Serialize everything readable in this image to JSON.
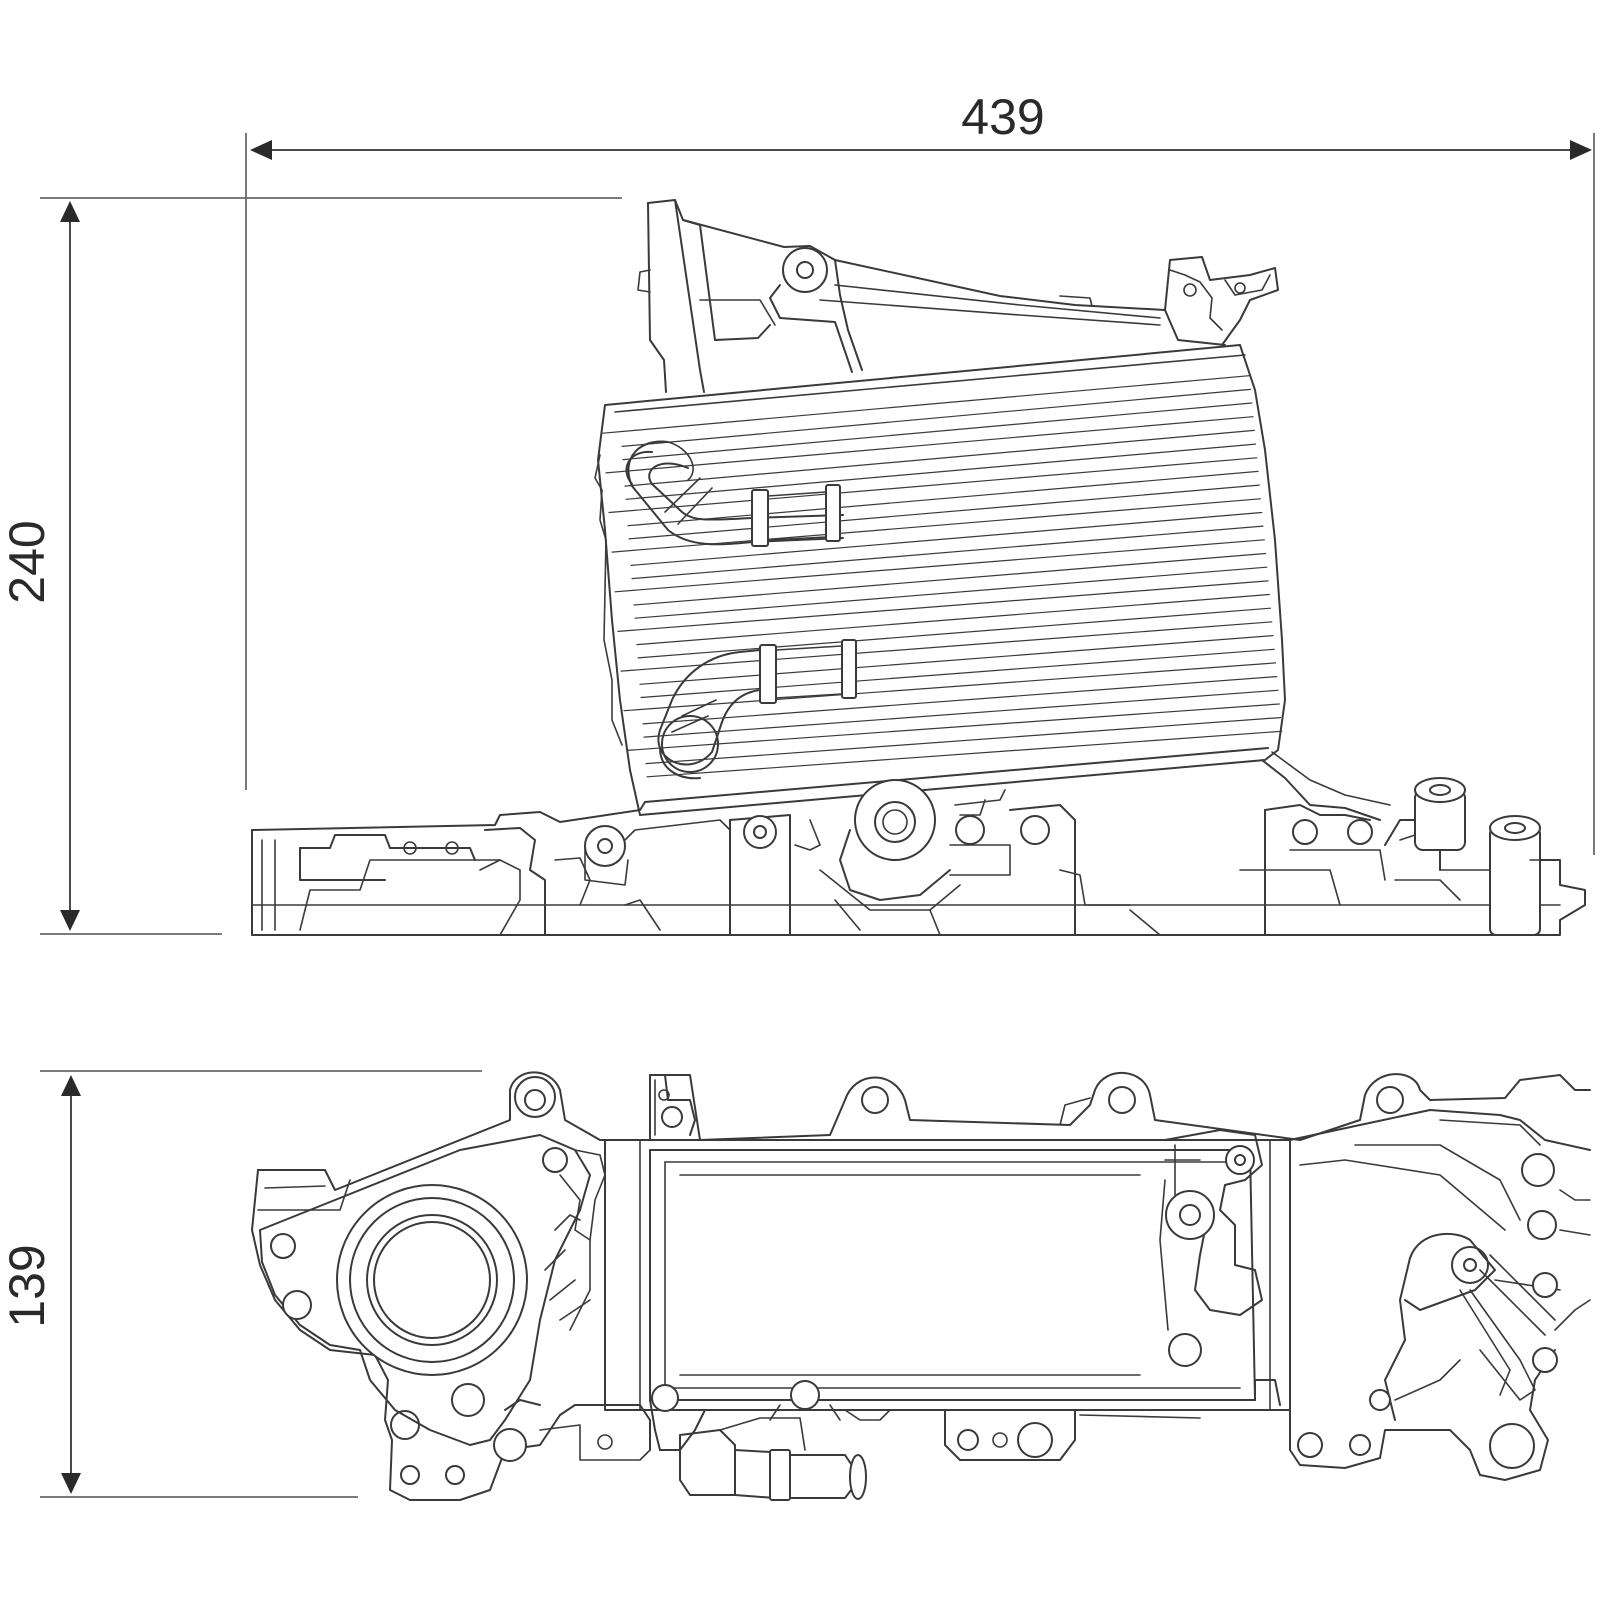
{
  "dimensions": {
    "width_label": "439",
    "side_height_label": "240",
    "top_height_label": "139"
  },
  "colors": {
    "line": "#3a3a3a",
    "background": "#ffffff"
  }
}
